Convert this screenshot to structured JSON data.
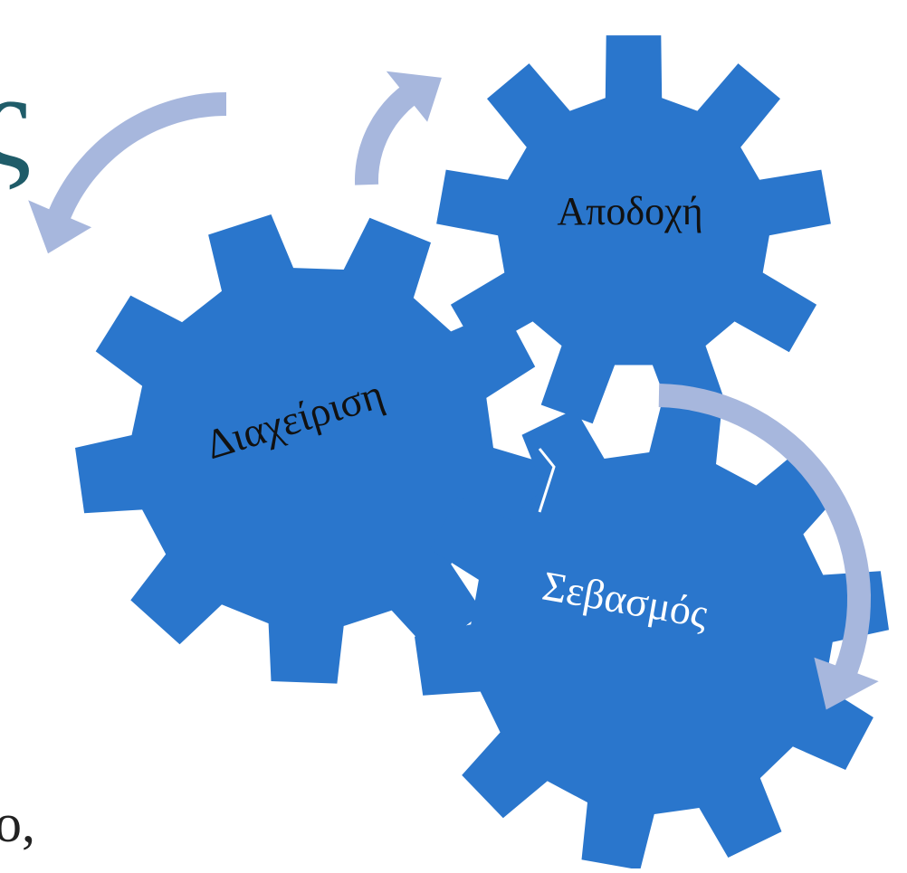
{
  "diagram": {
    "type": "gear-cycle",
    "gears": [
      {
        "id": "acceptance",
        "label": "Αποδοχή",
        "label_color": "#111111"
      },
      {
        "id": "management",
        "label": "Διαχείριση",
        "label_color": "#111111"
      },
      {
        "id": "respect",
        "label": "Σεβασμός",
        "label_color": "#ffffff"
      }
    ],
    "arrows": [
      {
        "id": "arrow-to-acceptance",
        "direction": "clockwise"
      },
      {
        "id": "arrow-to-management",
        "direction": "counterclockwise"
      },
      {
        "id": "arrow-around-respect",
        "direction": "clockwise"
      }
    ],
    "colors": {
      "gear_fill": "#2a76cc",
      "arrow_fill": "#a7b7dd",
      "background": "#ffffff"
    }
  },
  "edge_text": {
    "top_glyph": "ς",
    "bottom_glyph": "ο,"
  }
}
